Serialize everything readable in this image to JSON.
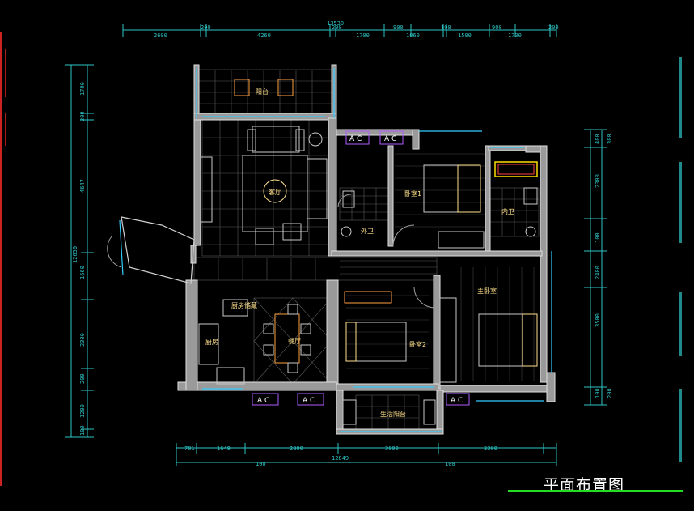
{
  "title": "平面布置图",
  "colors": {
    "background": "#000000",
    "wall": "#cfcfcf",
    "dimension": "#2ec4c4",
    "label": "#ffe08a",
    "furniture": "#c8c8c8",
    "window": "#33ccff",
    "ac_box": "#b05cff",
    "accent_line": "#22dd22",
    "bathtub": "#ffdd00"
  },
  "rooms": {
    "balcony_north": "阳台",
    "living_room": "客厅",
    "bedroom_1": "卧室1",
    "inner_bath": "内卫",
    "outer_bath": "外卫",
    "master_bedroom": "主卧室",
    "bedroom_2": "卧室2",
    "dining_room": "餐厅",
    "kitchen": "厨房",
    "kitchen_store": "厨房储藏",
    "living_balcony": "生活阳台"
  },
  "ac_labels": [
    "A C",
    "A C",
    "A C",
    "A C",
    "A C"
  ],
  "dimensions": {
    "top_total": "13530",
    "top": [
      "2600",
      "200",
      "4260",
      "200",
      "1700",
      "900",
      "1060",
      "100",
      "1500",
      "900",
      "1700",
      "200"
    ],
    "bottom_total": "12849",
    "bottom": [
      "701",
      "1649",
      "2800",
      "3000",
      "3300"
    ],
    "bottom_small": [
      "100",
      "100"
    ],
    "left_total": "12650",
    "left": [
      "1700",
      "200",
      "4647",
      "1660",
      "2300",
      "200",
      "1200",
      "100"
    ],
    "right": [
      "400",
      "300",
      "2300",
      "100",
      "2400",
      "3500",
      "100",
      "200"
    ]
  }
}
